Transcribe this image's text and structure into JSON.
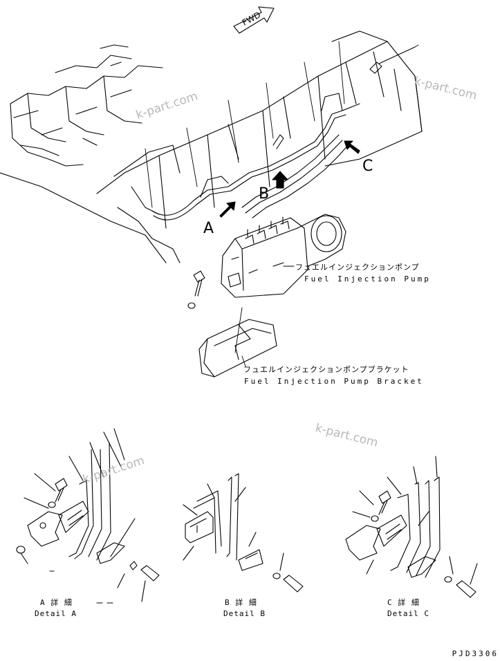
{
  "forward_label": "FWD",
  "watermarks": [
    "k-part.com",
    "k-part.com",
    "k-part.com",
    "k-part.com"
  ],
  "callouts": {
    "a": "A",
    "b": "B",
    "c": "C"
  },
  "parts": {
    "pump_jp": "フュエルインジェクションポンプ",
    "pump_en": "Fuel Injection Pump",
    "bracket_jp": "フュエルインジェクションポンプブラケット",
    "bracket_en": "Fuel Injection Pump Bracket"
  },
  "details": [
    {
      "jp": "A 詳 細",
      "en": "Detail A"
    },
    {
      "jp": "B 詳 細",
      "en": "Detail B"
    },
    {
      "jp": "C 詳 細",
      "en": "Detail C"
    }
  ],
  "drawing_code": "PJD3306"
}
